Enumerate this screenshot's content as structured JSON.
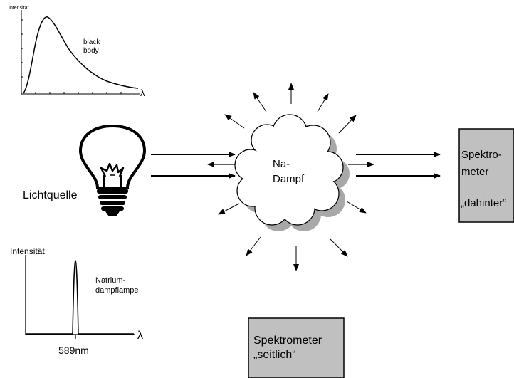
{
  "blackbody_plot": {
    "ylabel": "Intensität",
    "xlabel": "λ",
    "curve_label_line1": "black",
    "curve_label_line2": "body"
  },
  "light_source": {
    "label": "Lichtquelle"
  },
  "sodium_plot": {
    "ylabel": "Intensität",
    "xlabel": "λ",
    "curve_label_line1": "Natrium-",
    "curve_label_line2": "dampflampe",
    "peak_label": "589nm"
  },
  "vapor": {
    "label_line1": "Na-",
    "label_line2": "Dampf"
  },
  "spectrometer_behind": {
    "line1": "Spektro-",
    "line2": "meter",
    "line3": "„dahinter“"
  },
  "spectrometer_side": {
    "line1": "Spektrometer",
    "line2": "„seitlich“"
  },
  "colors": {
    "box_fill": "#c0c0c0",
    "shadow": "#a8a8a8",
    "stroke": "#000000"
  }
}
